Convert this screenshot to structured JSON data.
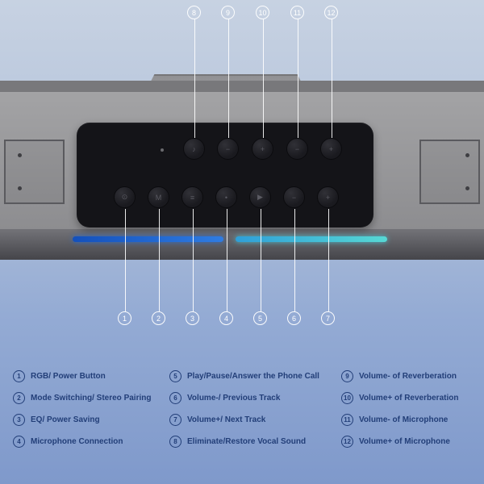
{
  "colors": {
    "led_blue": "#1e63d0",
    "led_cyan": "#3fc6d6",
    "legend_text": "#223e78",
    "panel_black": "#141418",
    "device_gray": "#9a9a9c"
  },
  "callouts": {
    "top": [
      "8",
      "9",
      "10",
      "11",
      "12"
    ],
    "bottom": [
      "1",
      "2",
      "3",
      "4",
      "5",
      "6",
      "7"
    ]
  },
  "device": {
    "buttons_bottom": [
      {
        "name": "rgb-power-button",
        "glyph": "⊙"
      },
      {
        "name": "mode-switch-button",
        "glyph": "M"
      },
      {
        "name": "eq-button",
        "glyph": "≡"
      },
      {
        "name": "mic-connection-button",
        "glyph": "•"
      },
      {
        "name": "play-pause-button",
        "glyph": "▶"
      },
      {
        "name": "volume-down-button",
        "glyph": "−"
      },
      {
        "name": "volume-up-button",
        "glyph": "+"
      }
    ],
    "buttons_top": [
      {
        "name": "vocal-eliminate-button",
        "glyph": "♪"
      },
      {
        "name": "reverb-volume-down-button",
        "glyph": "−"
      },
      {
        "name": "reverb-volume-up-button",
        "glyph": "+"
      },
      {
        "name": "mic-volume-down-button",
        "glyph": "−"
      },
      {
        "name": "mic-volume-up-button",
        "glyph": "+"
      }
    ]
  },
  "legend": {
    "columns": [
      {
        "items": [
          {
            "num": "1",
            "label": "RGB/ Power Button"
          },
          {
            "num": "2",
            "label": "Mode Switching/ Stereo Pairing"
          },
          {
            "num": "3",
            "label": "EQ/ Power Saving"
          },
          {
            "num": "4",
            "label": "Microphone Connection"
          }
        ]
      },
      {
        "items": [
          {
            "num": "5",
            "label": "Play/Pause/Answer the Phone Call"
          },
          {
            "num": "6",
            "label": "Volume-/ Previous Track"
          },
          {
            "num": "7",
            "label": "Volume+/ Next Track"
          },
          {
            "num": "8",
            "label": "Eliminate/Restore Vocal Sound"
          }
        ]
      },
      {
        "items": [
          {
            "num": "9",
            "label": "Volume- of Reverberation"
          },
          {
            "num": "10",
            "label": "Volume+ of Reverberation"
          },
          {
            "num": "11",
            "label": "Volume- of Microphone"
          },
          {
            "num": "12",
            "label": "Volume+ of Microphone"
          }
        ]
      }
    ]
  }
}
